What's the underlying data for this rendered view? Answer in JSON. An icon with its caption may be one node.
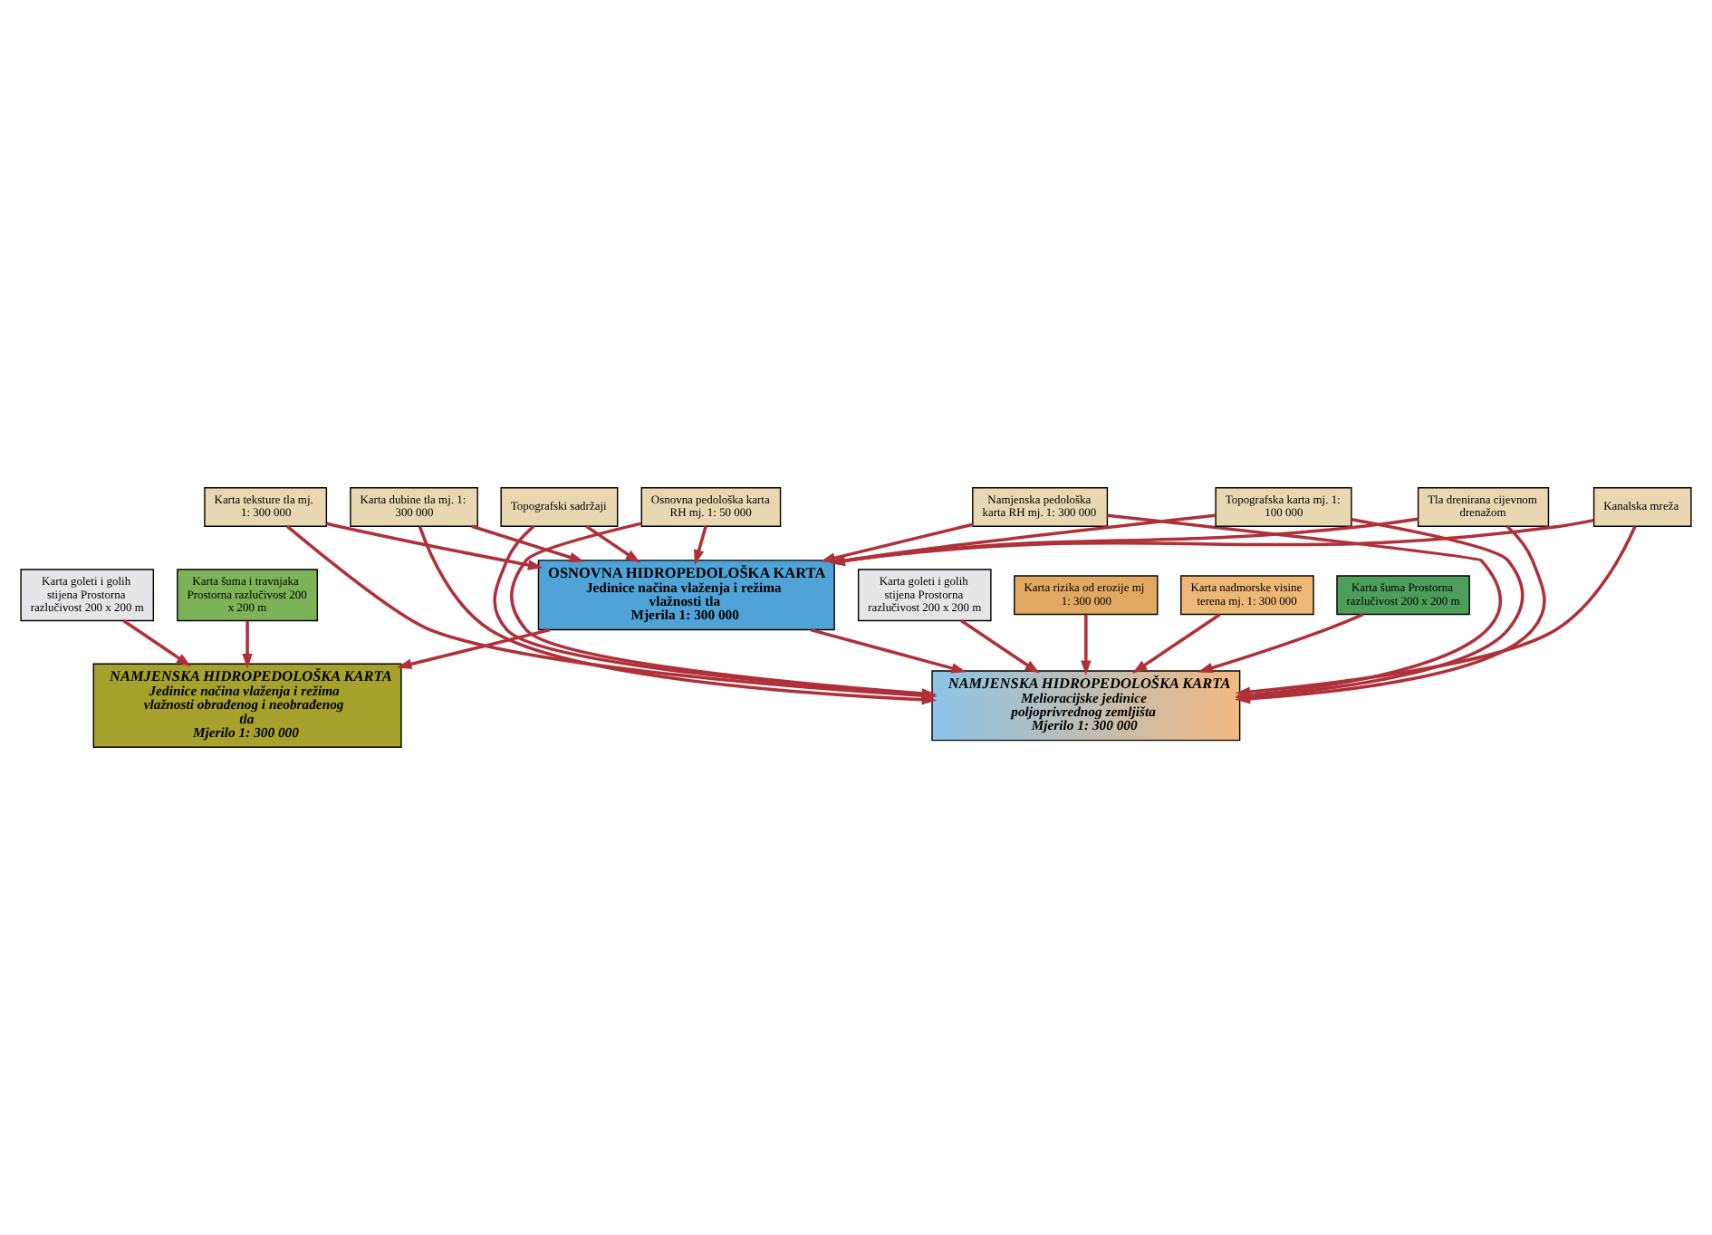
{
  "diagram": {
    "nodes": [
      {
        "text": [
          "Topografski sadržaji"
        ]
      },
      {
        "text": [
          "Osnovna pedološka karta RH mj. 1: 50 000"
        ]
      },
      {
        "text": [
          "Namjenska pedološka karta RH mj. 1: 300 000"
        ]
      },
      {
        "text": [
          "Topografska karta mj. 1: 100 000"
        ]
      },
      {
        "text": [
          "Tla drenirana cijevnom drenažom"
        ]
      },
      {
        "text": [
          "Kanalska mreža"
        ]
      },
      {
        "text": [
          "Karta teksture tla mj. 1: 300 000"
        ]
      },
      {
        "text": [
          "Karta dubine tla mj. 1: 300 000"
        ]
      },
      {
        "text": [
          "OSNOVNA HIDROPEDOLOŠKA KARTA",
          "Jedinice načina vlaženja i režima vlažnosti tla",
          "Mjerila 1: 300 000"
        ]
      },
      {
        "text": [
          "Karta goleti i golih stijena Prostorna razlučivost 200 x 200 m"
        ]
      },
      {
        "text": [
          "Karta rizika od erozije mj 1: 300 000"
        ]
      },
      {
        "text": [
          "Karta nadmorske visine terena mj. 1: 300 000"
        ]
      },
      {
        "text": [
          "Karta šuma Prostorna razlučivost 200 x 200 m"
        ]
      },
      {
        "text": [
          "Karta goleti i golih stijena Prostorna razlučivost 200 x 200 m"
        ]
      },
      {
        "text": [
          "Karta šuma i travnjaka Prostorna razlučivost 200 x 200 m"
        ]
      },
      {
        "text": [
          "NAMJENSKA HIDROPEDOLOŠKA KARTA",
          "Jedinice načina vlaženja i režima vlažnosti obrađenog i neobrađenog tla",
          "Mjerilo 1: 300 000"
        ]
      },
      {
        "text": [
          "NAMJENSKA HIDROPEDOLOŠKA KARTA",
          "Melioracijske jedinice poljoprivrednog zemljišta",
          "Mjerilo 1: 300 000"
        ]
      }
    ],
    "edges": [
      {
        "from": 0,
        "to": 8,
        "arrow": "to"
      },
      {
        "from": 1,
        "to": 8,
        "arrow": "to"
      },
      {
        "from": 2,
        "to": 8,
        "arrow": "to"
      },
      {
        "from": 3,
        "to": 8,
        "arrow": "to"
      },
      {
        "from": 4,
        "to": 8,
        "arrow": "to"
      },
      {
        "from": 5,
        "to": 8,
        "arrow": "to"
      },
      {
        "from": 6,
        "to": 8,
        "arrow": "to"
      },
      {
        "from": 7,
        "to": 8,
        "arrow": "to"
      },
      {
        "from": 0,
        "to": 16,
        "arrow": "to"
      },
      {
        "from": 1,
        "to": 16,
        "arrow": "to"
      },
      {
        "from": 2,
        "to": 16,
        "arrow": "to"
      },
      {
        "from": 3,
        "to": 16,
        "arrow": "to"
      },
      {
        "from": 4,
        "to": 16,
        "arrow": "to"
      },
      {
        "from": 5,
        "to": 16,
        "arrow": "to"
      },
      {
        "from": 6,
        "to": 16,
        "arrow": "to"
      },
      {
        "from": 7,
        "to": 16,
        "arrow": "to"
      },
      {
        "from": 9,
        "to": 16,
        "arrow": "to"
      },
      {
        "from": 10,
        "to": 16,
        "arrow": "to"
      },
      {
        "from": 11,
        "to": 16,
        "arrow": "to"
      },
      {
        "from": 12,
        "to": 16,
        "arrow": "to"
      },
      {
        "from": 13,
        "to": 15,
        "arrow": "to"
      },
      {
        "from": 14,
        "to": 15,
        "arrow": "to"
      },
      {
        "from": 8,
        "to": 15,
        "arrow": "to"
      },
      {
        "from": 8,
        "to": 16,
        "arrow": "to"
      }
    ]
  }
}
